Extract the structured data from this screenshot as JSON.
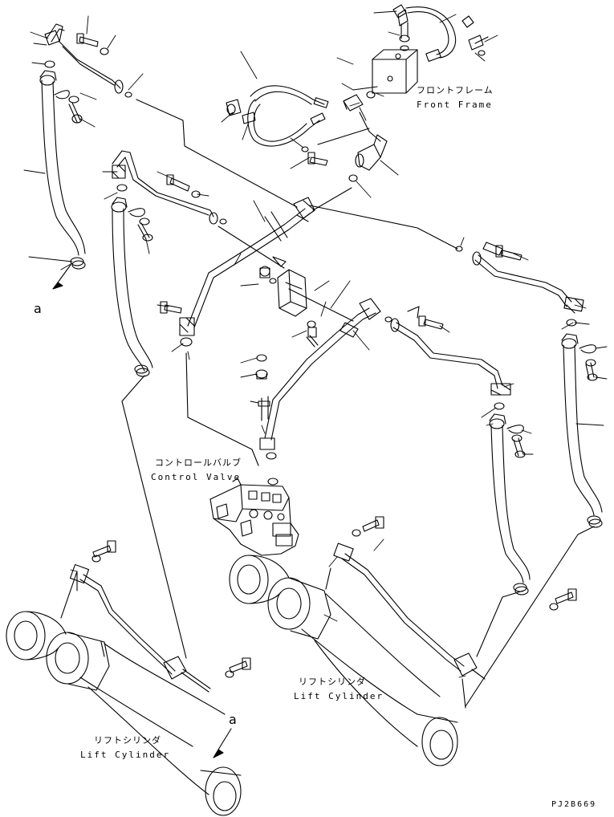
{
  "labels": {
    "front_frame_ja": "フロントフレーム",
    "front_frame_en": "Front Frame",
    "control_valve_ja": "コントロールバルブ",
    "control_valve_en": "Control Valve",
    "lift_cyl_right_ja": "リフトシリンダ",
    "lift_cyl_right_en": "Lift Cylinder",
    "lift_cyl_left_ja": "リフトシリンダ",
    "lift_cyl_left_en": "Lift Cylinder",
    "ref_a_top": "a",
    "ref_a_bottom": "a",
    "drawing_code": "PJ2B669"
  }
}
